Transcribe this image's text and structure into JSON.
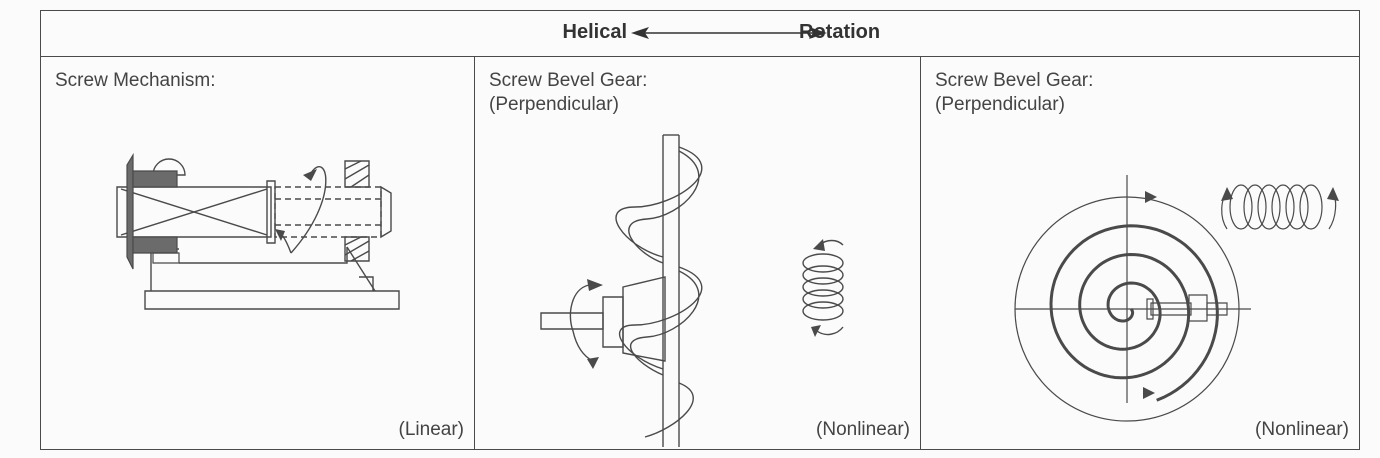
{
  "header": {
    "left": "Helical",
    "right": "Rotation"
  },
  "panels": [
    {
      "title": "Screw Mechanism:",
      "subtitle": "",
      "note": "(Linear)"
    },
    {
      "title": "Screw Bevel Gear:",
      "subtitle": "(Perpendicular)",
      "note": "(Nonlinear)"
    },
    {
      "title": "Screw Bevel Gear:",
      "subtitle": "(Perpendicular)",
      "note": "(Nonlinear)"
    }
  ],
  "colors": {
    "line": "#4a4a4a",
    "fill": "#6b6b6b",
    "background": "#fbfbfb"
  }
}
